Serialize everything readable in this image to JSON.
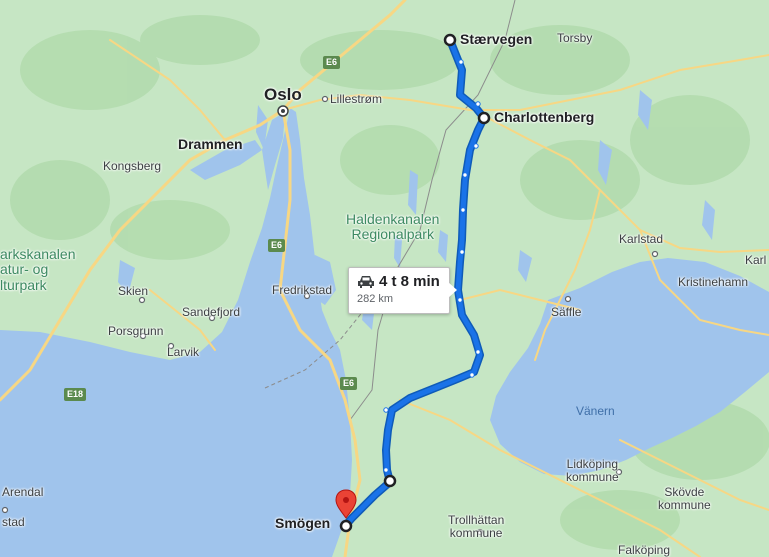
{
  "map": {
    "colors": {
      "land": "#c6e6c4",
      "water": "#a0c4ec",
      "road": "#f7d784",
      "route": "#1a73e8",
      "route_outline": "#0f5bb8",
      "park_text": "#3d8a62",
      "marker": "#ea4335"
    },
    "places": {
      "oslo": "Oslo",
      "lillestrom": "Lillestrøm",
      "drammen": "Drammen",
      "kongsberg": "Kongsberg",
      "torsby": "Torsby",
      "karlstad": "Karlstad",
      "karl": "Karl",
      "kristinehamn": "Kristinehamn",
      "saffle": "Säffle",
      "fredrikstad": "Fredrikstad",
      "skien": "Skien",
      "sandefjord": "Sandefjord",
      "porsgrunn": "Porsgrunn",
      "larvik": "Larvik",
      "arendal": "Arendal",
      "stad": "stad",
      "lidkoping_1": "Lidköping",
      "lidkoping_2": "kommune",
      "skovde_1": "Skövde",
      "skovde_2": "kommune",
      "trollhattan_1": "Trollhättan",
      "trollhattan_2": "kommune",
      "falkoping": "Falköping"
    },
    "parks": {
      "halden_1": "Haldenkanalen",
      "halden_2": "Regionalpark",
      "west_1": "arkskanalen",
      "west_2": "atur- og",
      "west_3": "lturpark"
    },
    "lakes": {
      "vanern": "Vänern"
    },
    "roads": {
      "e6_north": "E6",
      "e6_mid": "E6",
      "e6_south": "E6",
      "e18": "E18"
    },
    "waypoints": {
      "start": "Stærvegen",
      "via": "Charlottenberg",
      "end": "Smögen"
    },
    "route": {
      "duration": "4 t 8 min",
      "distance": "282 km",
      "mode_icon": "car-icon"
    },
    "icons": {
      "destination": "red-map-pin-icon",
      "capital": "capital-city-dot-icon"
    }
  }
}
